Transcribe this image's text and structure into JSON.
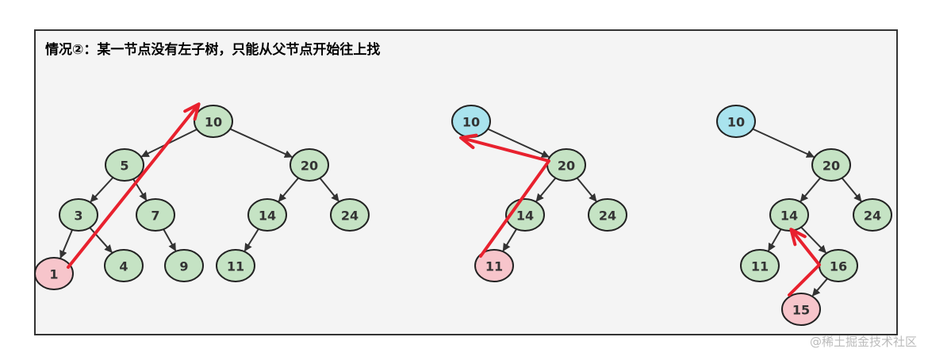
{
  "title": "情况②：某一节点没有左子树，只能从父节点开始往上找",
  "watermark": "@稀土掘金技术社区",
  "colors": {
    "title": "#e8000b",
    "default_node": "#c5e3c4",
    "highlight_node": "#f7c5cb",
    "ancestor_node": "#a9e3ee",
    "path": "#e8212e"
  },
  "diagrams": [
    {
      "id": "diagram-1",
      "nodes": [
        {
          "id": "n10",
          "label": "10",
          "style": "default_node"
        },
        {
          "id": "n5",
          "label": "5",
          "style": "default_node"
        },
        {
          "id": "n20",
          "label": "20",
          "style": "default_node"
        },
        {
          "id": "n3",
          "label": "3",
          "style": "default_node"
        },
        {
          "id": "n7",
          "label": "7",
          "style": "default_node"
        },
        {
          "id": "n14",
          "label": "14",
          "style": "default_node"
        },
        {
          "id": "n24",
          "label": "24",
          "style": "default_node"
        },
        {
          "id": "n1",
          "label": "1",
          "style": "highlight_node"
        },
        {
          "id": "n4",
          "label": "4",
          "style": "default_node"
        },
        {
          "id": "n9",
          "label": "9",
          "style": "default_node"
        },
        {
          "id": "n11",
          "label": "11",
          "style": "default_node"
        }
      ],
      "edges": [
        [
          "n10",
          "n5"
        ],
        [
          "n10",
          "n20"
        ],
        [
          "n5",
          "n3"
        ],
        [
          "n5",
          "n7"
        ],
        [
          "n20",
          "n14"
        ],
        [
          "n20",
          "n24"
        ],
        [
          "n3",
          "n1"
        ],
        [
          "n3",
          "n4"
        ],
        [
          "n7",
          "n9"
        ],
        [
          "n14",
          "n11"
        ]
      ],
      "search_path": [
        "n1",
        "n10"
      ]
    },
    {
      "id": "diagram-2",
      "nodes": [
        {
          "id": "n10",
          "label": "10",
          "style": "ancestor_node"
        },
        {
          "id": "n20",
          "label": "20",
          "style": "default_node"
        },
        {
          "id": "n14",
          "label": "14",
          "style": "default_node"
        },
        {
          "id": "n24",
          "label": "24",
          "style": "default_node"
        },
        {
          "id": "n11",
          "label": "11",
          "style": "highlight_node"
        }
      ],
      "edges": [
        [
          "n10",
          "n20"
        ],
        [
          "n20",
          "n14"
        ],
        [
          "n20",
          "n24"
        ],
        [
          "n14",
          "n11"
        ]
      ],
      "search_path": [
        "n11",
        "n20",
        "n10"
      ]
    },
    {
      "id": "diagram-3",
      "nodes": [
        {
          "id": "n10",
          "label": "10",
          "style": "ancestor_node"
        },
        {
          "id": "n20",
          "label": "20",
          "style": "default_node"
        },
        {
          "id": "n14",
          "label": "14",
          "style": "default_node"
        },
        {
          "id": "n24",
          "label": "24",
          "style": "default_node"
        },
        {
          "id": "n11",
          "label": "11",
          "style": "default_node"
        },
        {
          "id": "n16",
          "label": "16",
          "style": "default_node"
        },
        {
          "id": "n15",
          "label": "15",
          "style": "highlight_node"
        }
      ],
      "edges": [
        [
          "n10",
          "n20"
        ],
        [
          "n20",
          "n14"
        ],
        [
          "n20",
          "n24"
        ],
        [
          "n14",
          "n11"
        ],
        [
          "n14",
          "n16"
        ],
        [
          "n16",
          "n15"
        ]
      ],
      "search_path": [
        "n15",
        "n16",
        "n14"
      ]
    }
  ]
}
